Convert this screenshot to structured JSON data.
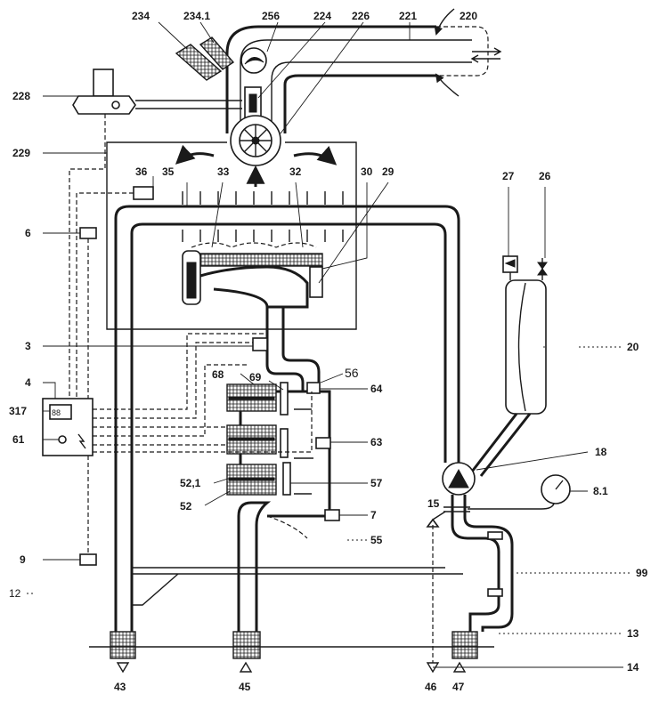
{
  "labels": {
    "l234": "234",
    "l234_1": "234.1",
    "l256": "256",
    "l224": "224",
    "l226": "226",
    "l221": "221",
    "l220": "220",
    "l228": "228",
    "l229": "229",
    "l36": "36",
    "l35": "35",
    "l33": "33",
    "l32": "32",
    "l30": "30",
    "l29": "29",
    "l27": "27",
    "l26": "26",
    "l6": "6",
    "l3": "3",
    "l20": "20",
    "l4": "4",
    "l317": "317",
    "l61": "61",
    "l68": "68",
    "l69": "69",
    "l56": "56",
    "l64": "64",
    "l63": "63",
    "l18": "18",
    "l52_1": "52,1",
    "l52": "52",
    "l57": "57",
    "l8_1": "8.1",
    "l15": "15",
    "l7": "7",
    "l55": "55",
    "l9": "9",
    "l99": "99",
    "l12": "12",
    "l13": "13",
    "l14": "14",
    "l43": "43",
    "l45": "45",
    "l46": "46",
    "l47": "47"
  },
  "colors": {
    "ink": "#1a1a1a",
    "paper": "#ffffff"
  }
}
